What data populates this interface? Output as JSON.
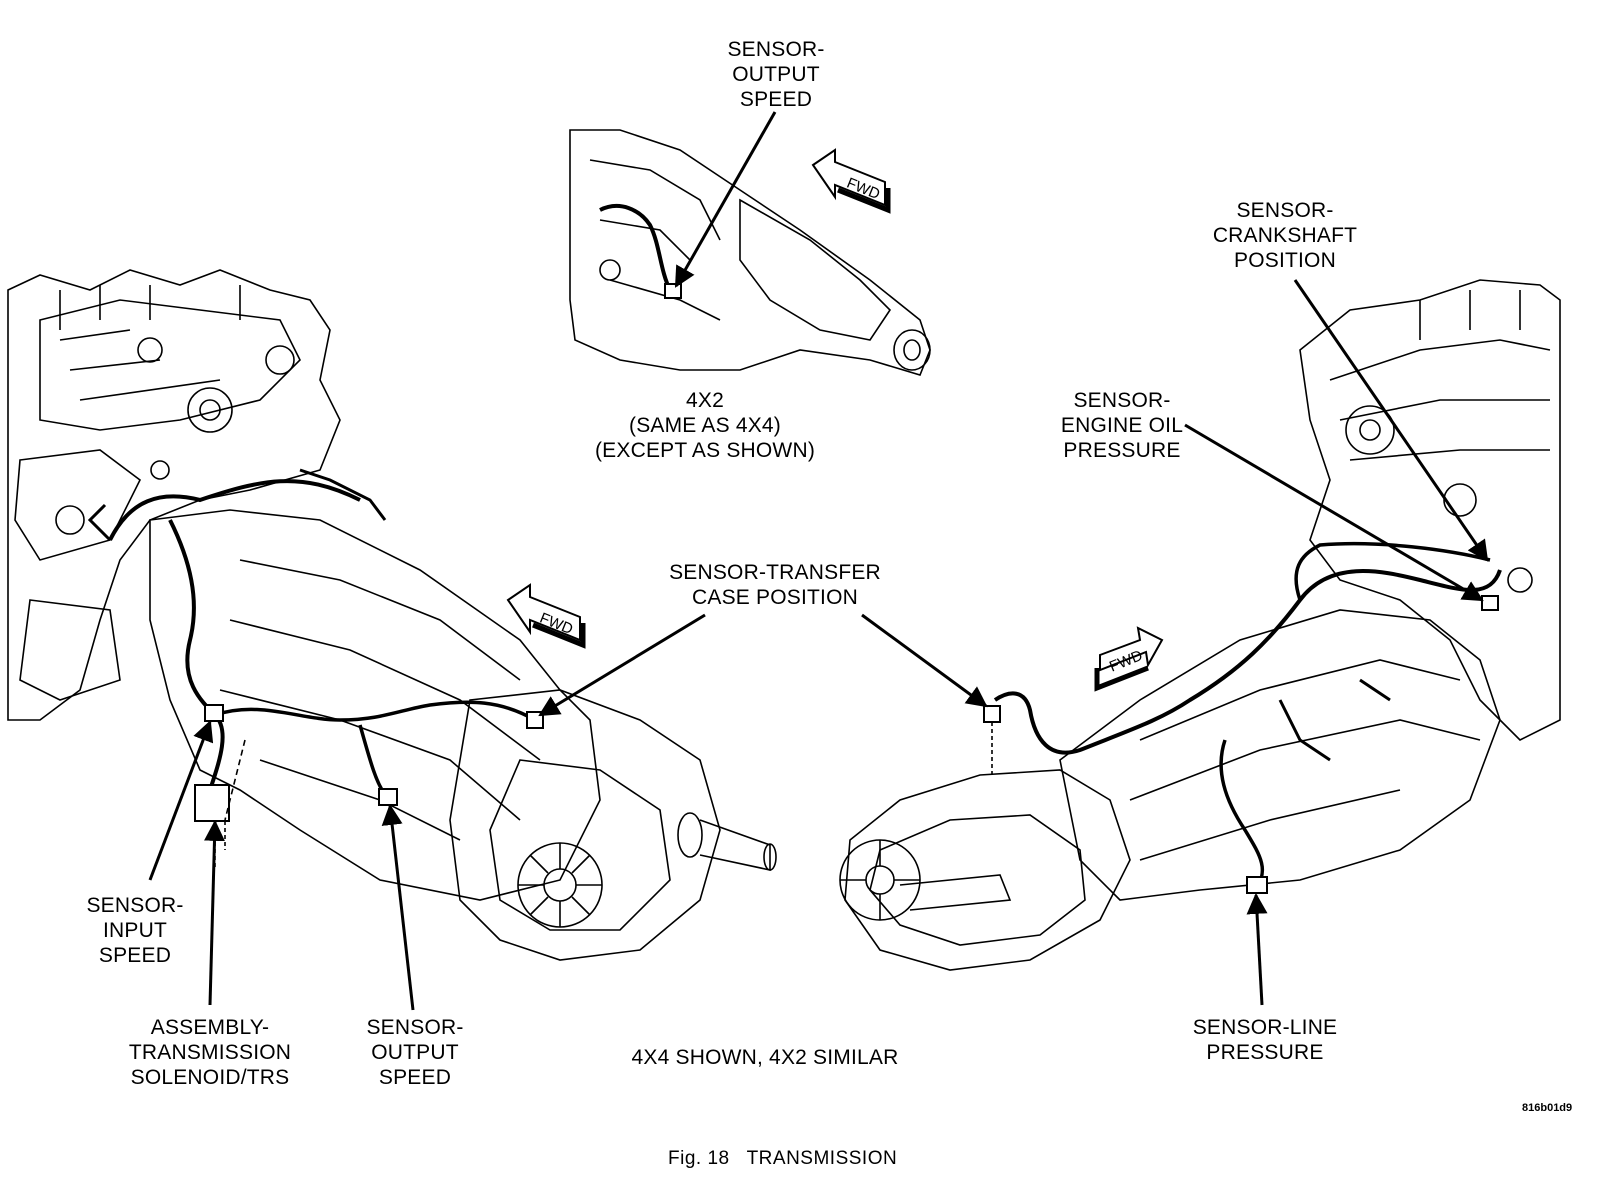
{
  "callouts": {
    "top_output_speed": [
      "SENSOR-",
      "OUTPUT",
      "SPEED"
    ],
    "inset_caption": [
      "4X2",
      "(SAME AS 4X4)",
      "(EXCEPT AS SHOWN)"
    ],
    "crankshaft": [
      "SENSOR-",
      "CRANKSHAFT",
      "POSITION"
    ],
    "oil_pressure": [
      "SENSOR-",
      "ENGINE OIL",
      "PRESSURE"
    ],
    "transfer_case": [
      "SENSOR-TRANSFER",
      "CASE POSITION"
    ],
    "input_speed": [
      "SENSOR-",
      "INPUT",
      "SPEED"
    ],
    "solenoid": [
      "ASSEMBLY-",
      "TRANSMISSION",
      "SOLENOID/TRS"
    ],
    "bottom_output_speed": [
      "SENSOR-",
      "OUTPUT",
      "SPEED"
    ],
    "line_pressure": [
      "SENSOR-LINE",
      "PRESSURE"
    ]
  },
  "note": "4X4 SHOWN, 4X2 SIMILAR",
  "fwd_label": "FWD",
  "image_code": "816b01d9",
  "figure_caption": "Fig. 18   TRANSMISSION"
}
